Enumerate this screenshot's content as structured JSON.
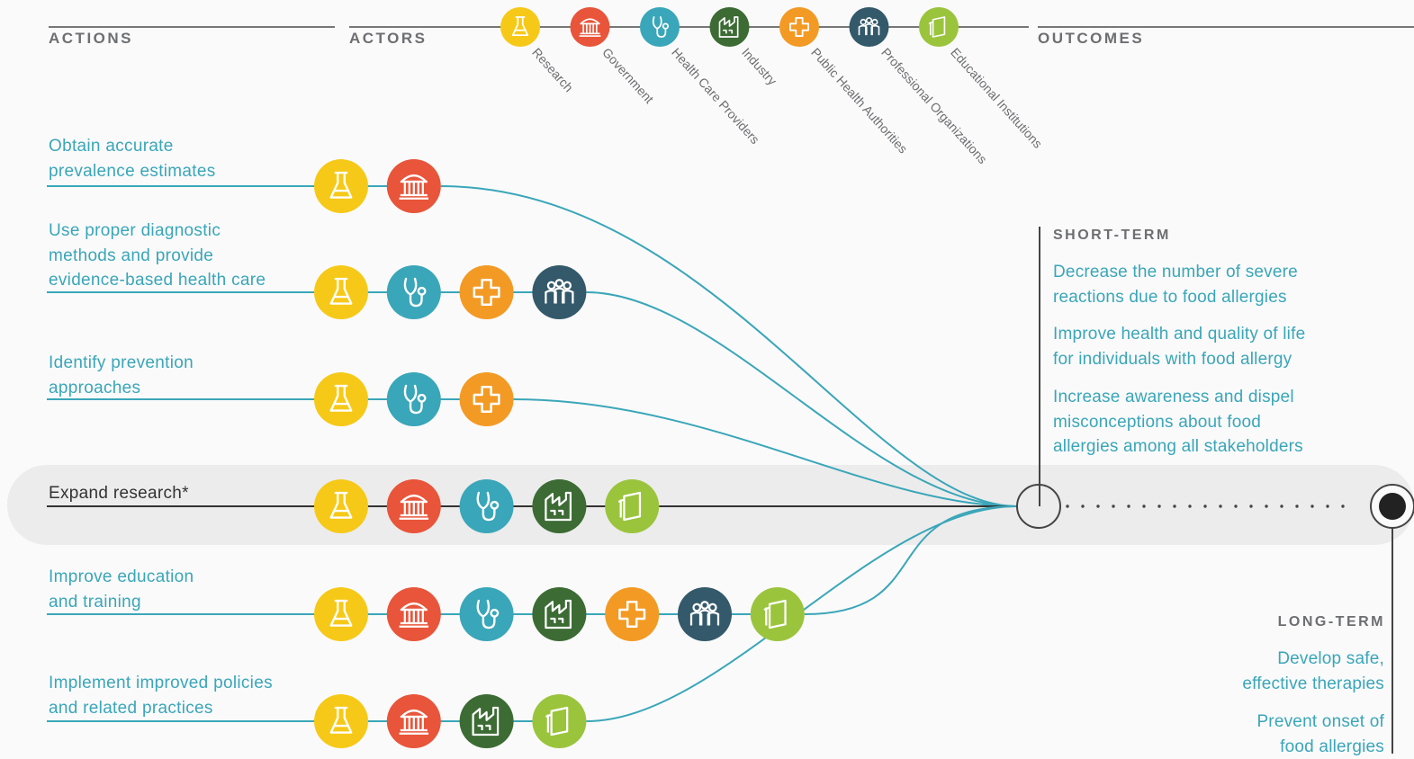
{
  "headers": {
    "actions": "ACTIONS",
    "actors": "ACTORS",
    "outcomes": "OUTCOMES"
  },
  "actors": [
    {
      "label": "Research",
      "icon": "flask-icon",
      "color": "#f6c918"
    },
    {
      "label": "Government",
      "icon": "government-building-icon",
      "color": "#e8553a"
    },
    {
      "label": "Health Care Providers",
      "icon": "stethoscope-icon",
      "color": "#3aa6b9"
    },
    {
      "label": "Industry",
      "icon": "factory-icon",
      "color": "#3c6b34"
    },
    {
      "label": "Public Health Authorities",
      "icon": "plus-cross-icon",
      "color": "#f39a25"
    },
    {
      "label": "Professional Organizations",
      "icon": "people-group-icon",
      "color": "#33596a"
    },
    {
      "label": "Educational Institutions",
      "icon": "book-icon",
      "color": "#9bc43d"
    }
  ],
  "actions": [
    {
      "text": "Obtain accurate\nprevalence estimates",
      "actors": [
        0,
        1
      ],
      "highlight": false
    },
    {
      "text": "Use proper diagnostic\nmethods and provide\nevidence-based health care",
      "actors": [
        0,
        2,
        4,
        5
      ],
      "highlight": false
    },
    {
      "text": "Identify prevention\napproaches",
      "actors": [
        0,
        2,
        4
      ],
      "highlight": false
    },
    {
      "text": "Expand research*",
      "actors": [
        0,
        1,
        2,
        3,
        6
      ],
      "highlight": true
    },
    {
      "text": "Improve education\nand training",
      "actors": [
        0,
        1,
        2,
        3,
        4,
        5,
        6
      ],
      "highlight": false
    },
    {
      "text": "Implement improved policies\nand related practices",
      "actors": [
        0,
        1,
        3,
        6
      ],
      "highlight": false
    }
  ],
  "outcomes": {
    "short_term": {
      "title": "SHORT-TERM",
      "items": [
        "Decrease the number of severe\nreactions due to food allergies",
        "Improve health and quality of life\nfor individuals with food allergy",
        "Increase awareness and dispel\nmisconceptions about food\nallergies among all stakeholders"
      ]
    },
    "long_term": {
      "title": "LONG-TERM",
      "items": [
        "Develop safe,\neffective therapies",
        "Prevent onset of\nfood allergies"
      ]
    }
  },
  "colors": {
    "teal_line": "#3aa6b9",
    "gray_text": "#6d6e71",
    "dark_line": "#333333",
    "highlight_band": "#ececec"
  }
}
